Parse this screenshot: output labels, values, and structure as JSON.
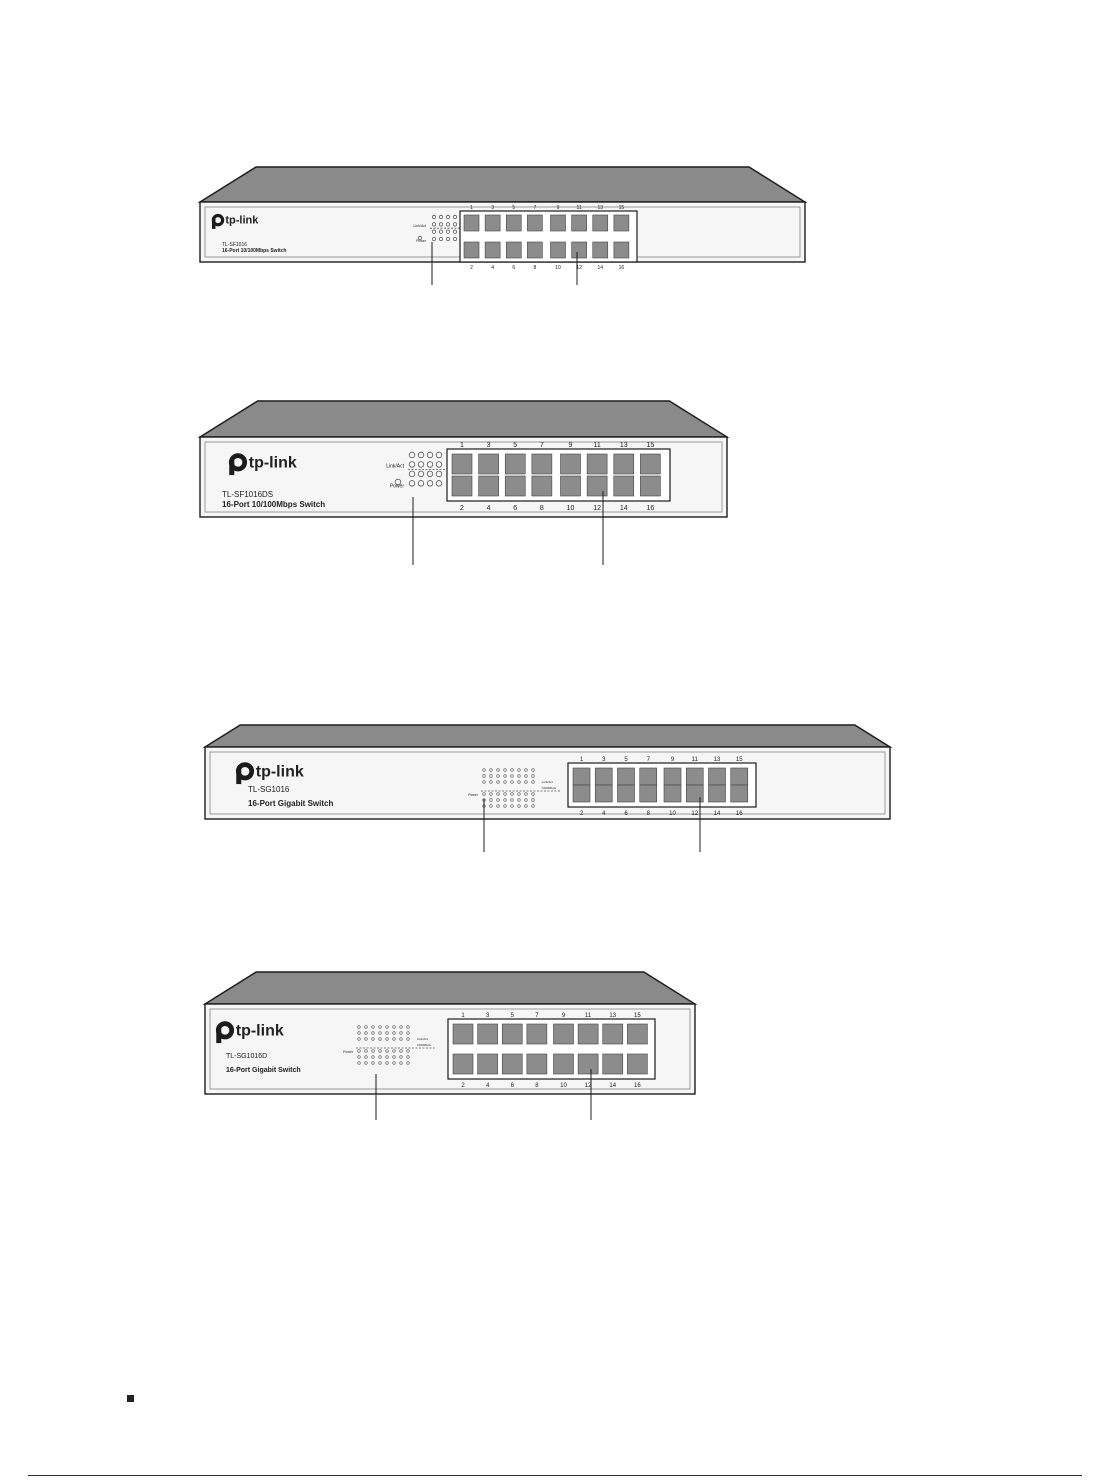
{
  "colors": {
    "top": "#8a8a8a",
    "faceplate": "#f6f6f6",
    "port": "#8c8c8c",
    "ink": "#1c1c1c"
  },
  "switches": [
    {
      "id": "sf1016",
      "brand": "tp-link",
      "model": "TL-SF1016",
      "description": "16-Port 10/100Mbps Switch",
      "led_labels": [
        "Link/Act",
        "Power"
      ],
      "top_ports": [
        "1",
        "3",
        "5",
        "7",
        "9",
        "11",
        "13",
        "15"
      ],
      "bottom_ports": [
        "2",
        "4",
        "6",
        "8",
        "10",
        "12",
        "14",
        "16"
      ]
    },
    {
      "id": "sf1016ds",
      "brand": "tp-link",
      "model": "TL-SF1016DS",
      "description": "16-Port 10/100Mbps Switch",
      "led_labels": [
        "Link/Act",
        "Power"
      ],
      "top_ports": [
        "1",
        "3",
        "5",
        "7",
        "9",
        "11",
        "13",
        "15"
      ],
      "bottom_ports": [
        "2",
        "4",
        "6",
        "8",
        "10",
        "12",
        "14",
        "16"
      ]
    },
    {
      "id": "sg1016",
      "brand": "tp-link",
      "model": "TL-SG1016",
      "description": "16-Port Gigabit Switch",
      "led_labels": [
        "Power",
        "Link/Act",
        "1000Mbps"
      ],
      "top_ports": [
        "1",
        "3",
        "5",
        "7",
        "9",
        "11",
        "13",
        "15"
      ],
      "bottom_ports": [
        "2",
        "4",
        "6",
        "8",
        "10",
        "12",
        "14",
        "16"
      ]
    },
    {
      "id": "sg1016d",
      "brand": "tp-link",
      "model": "TL-SG1016D",
      "description": "16-Port Gigabit Switch",
      "led_labels": [
        "Power",
        "Link/Act",
        "1000Mbps"
      ],
      "top_ports": [
        "1",
        "3",
        "5",
        "7",
        "9",
        "11",
        "13",
        "15"
      ],
      "bottom_ports": [
        "2",
        "4",
        "6",
        "8",
        "10",
        "12",
        "14",
        "16"
      ]
    }
  ]
}
